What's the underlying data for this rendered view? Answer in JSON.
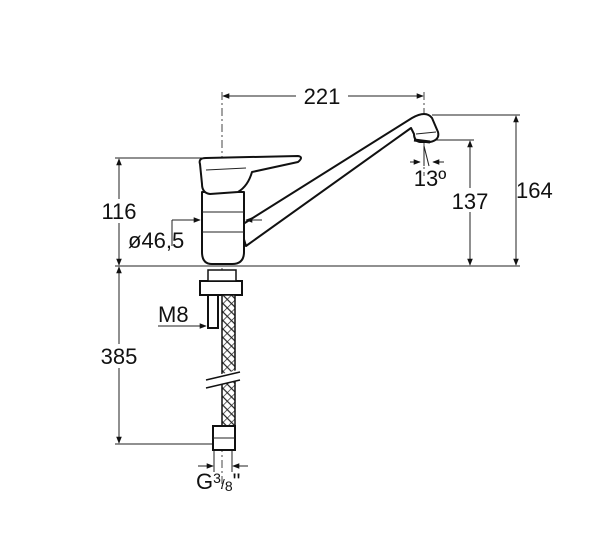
{
  "dimensions": {
    "spout_reach": "221",
    "spout_angle": "13º",
    "spout_outlet_height": "137",
    "overall_height": "164",
    "body_height": "116",
    "body_diameter": "ø46,5",
    "mounting_stud": "M8",
    "hose_length": "385",
    "connection_thread_prefix": "G",
    "connection_thread_num": "3",
    "connection_thread_den": "8",
    "connection_thread_suffix": "\""
  },
  "colors": {
    "line": "#111111",
    "background": "#ffffff"
  }
}
